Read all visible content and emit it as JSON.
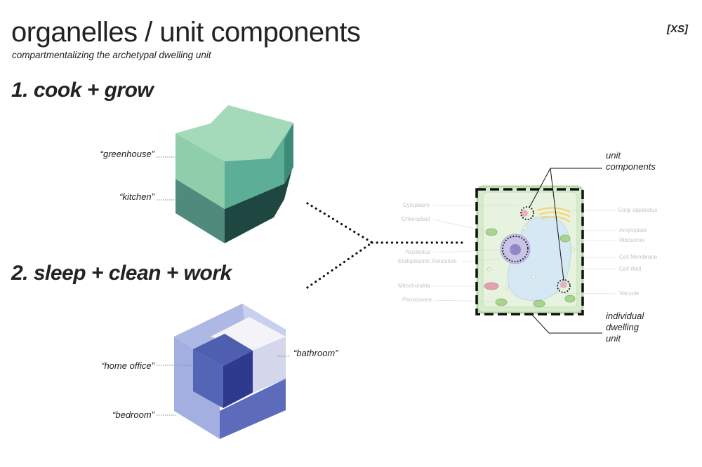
{
  "header": {
    "title": "organelles / unit components",
    "subtitle": "compartmentalizing the archetypal dwelling unit",
    "tag": "[XS]"
  },
  "sections": [
    {
      "heading": "1. cook + grow",
      "labels": [
        "“greenhouse”",
        "“kitchen”"
      ]
    },
    {
      "heading": "2. sleep + clean + work",
      "labels": [
        "“bathroom”",
        "“home office”",
        "“bedroom”"
      ]
    }
  ],
  "cell": {
    "left_labels": [
      "Cytoplasm",
      "Chloroplast",
      "Nucleolus",
      "Endoplasmic Reticulum",
      "Mitochondria",
      "Peroxisome"
    ],
    "right_labels": [
      "Golgi apparatus",
      "Amyloplast",
      "Ribosome",
      "Cell Membrane",
      "Cell Wall",
      "Vacuole"
    ],
    "callout_top": [
      "unit",
      "components"
    ],
    "callout_bottom": [
      "individual",
      "dwelling",
      "unit"
    ]
  },
  "colors": {
    "green_light": "#9dd5b4",
    "green_dark": "#2f5b53",
    "blue_light": "#a9b5e1",
    "blue_mid": "#5868b8",
    "blue_dark": "#2e3a8e",
    "white_block": "#e8e9f4"
  }
}
